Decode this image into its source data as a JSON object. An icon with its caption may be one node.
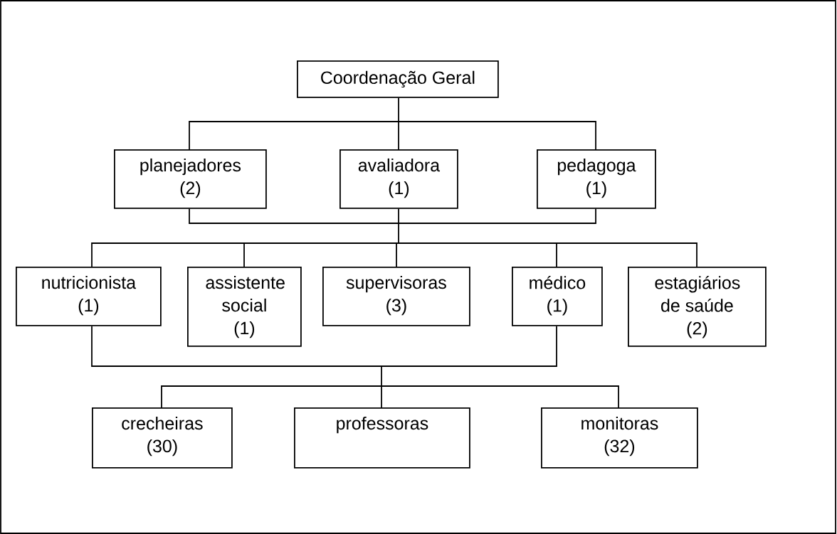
{
  "diagram": {
    "nodes": [
      {
        "text": [
          "Coordenação Geral"
        ]
      },
      {
        "text": [
          "planejadores",
          "(2)"
        ]
      },
      {
        "text": [
          "avaliadora",
          "(1)"
        ]
      },
      {
        "text": [
          "pedagoga",
          "(1)"
        ]
      },
      {
        "text": [
          "nutricionista",
          "(1)"
        ]
      },
      {
        "text": [
          "assistente social",
          "(1)"
        ]
      },
      {
        "text": [
          "supervisoras",
          "(3)"
        ]
      },
      {
        "text": [
          "médico",
          "(1)"
        ]
      },
      {
        "text": [
          "estagiários de saúde",
          "(2)"
        ]
      },
      {
        "text": [
          "crecheiras",
          "(30)"
        ]
      },
      {
        "text": [
          "professoras"
        ]
      },
      {
        "text": [
          "monitoras",
          "(32)"
        ]
      }
    ],
    "edges": [
      {
        "from": 0,
        "to": 1,
        "arrow": "none"
      },
      {
        "from": 0,
        "to": 2,
        "arrow": "none"
      },
      {
        "from": 0,
        "to": 3,
        "arrow": "none"
      },
      {
        "from": 1,
        "to": 4,
        "arrow": "none"
      },
      {
        "from": 1,
        "to": 5,
        "arrow": "none"
      },
      {
        "from": 1,
        "to": 6,
        "arrow": "none"
      },
      {
        "from": 1,
        "to": 7,
        "arrow": "none"
      },
      {
        "from": 1,
        "to": 8,
        "arrow": "none"
      },
      {
        "from": 2,
        "to": 4,
        "arrow": "none"
      },
      {
        "from": 2,
        "to": 5,
        "arrow": "none"
      },
      {
        "from": 2,
        "to": 6,
        "arrow": "none"
      },
      {
        "from": 2,
        "to": 7,
        "arrow": "none"
      },
      {
        "from": 2,
        "to": 8,
        "arrow": "none"
      },
      {
        "from": 3,
        "to": 4,
        "arrow": "none"
      },
      {
        "from": 3,
        "to": 5,
        "arrow": "none"
      },
      {
        "from": 3,
        "to": 6,
        "arrow": "none"
      },
      {
        "from": 3,
        "to": 7,
        "arrow": "none"
      },
      {
        "from": 3,
        "to": 8,
        "arrow": "none"
      },
      {
        "from": 4,
        "to": 9,
        "arrow": "none"
      },
      {
        "from": 4,
        "to": 10,
        "arrow": "none"
      },
      {
        "from": 4,
        "to": 11,
        "arrow": "none"
      },
      {
        "from": 7,
        "to": 9,
        "arrow": "none"
      },
      {
        "from": 7,
        "to": 10,
        "arrow": "none"
      },
      {
        "from": 7,
        "to": 11,
        "arrow": "none"
      }
    ]
  }
}
